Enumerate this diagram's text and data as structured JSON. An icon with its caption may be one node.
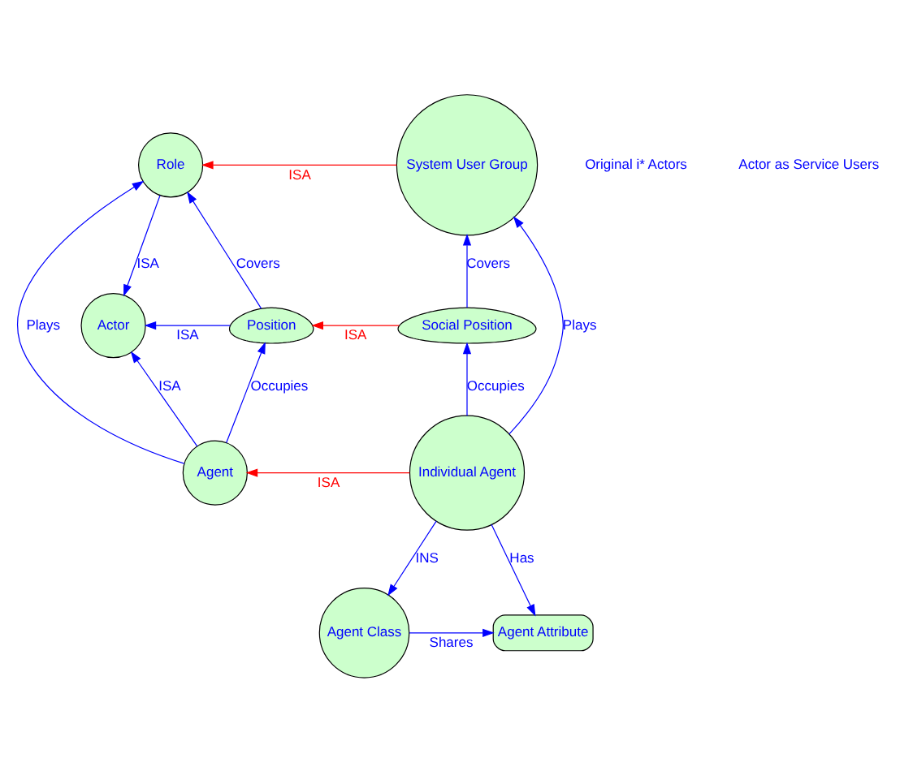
{
  "diagram": {
    "nodes": [
      {
        "text": [
          "Role"
        ]
      },
      {
        "text": [
          "System User Group"
        ]
      },
      {
        "text": [
          "Actor"
        ]
      },
      {
        "text": [
          "Position"
        ]
      },
      {
        "text": [
          "Social Position"
        ]
      },
      {
        "text": [
          "Agent"
        ]
      },
      {
        "text": [
          "Individual Agent"
        ]
      },
      {
        "text": [
          "Agent Attribute"
        ]
      },
      {
        "text": [
          "Agent Class"
        ]
      }
    ],
    "edges": [
      {
        "from": 1,
        "to": 0,
        "arrow": "to",
        "label": "ISA",
        "color": "#ff0000"
      },
      {
        "from": 0,
        "to": 2,
        "arrow": "to",
        "label": "ISA"
      },
      {
        "from": 3,
        "to": 0,
        "arrow": "to",
        "label": "Covers"
      },
      {
        "from": 4,
        "to": 1,
        "arrow": "to",
        "label": "Covers"
      },
      {
        "from": 3,
        "to": 2,
        "arrow": "to",
        "label": "ISA"
      },
      {
        "from": 4,
        "to": 3,
        "arrow": "to",
        "label": "ISA",
        "color": "#ff0000"
      },
      {
        "from": 5,
        "to": 2,
        "arrow": "to",
        "label": "ISA"
      },
      {
        "from": 5,
        "to": 3,
        "arrow": "to",
        "label": "Occupies"
      },
      {
        "from": 6,
        "to": 4,
        "arrow": "to",
        "label": "Occupies"
      },
      {
        "from": 6,
        "to": 5,
        "arrow": "to",
        "label": "ISA",
        "color": "#ff0000"
      },
      {
        "from": 5,
        "to": 0,
        "arrow": "to",
        "label": "Plays"
      },
      {
        "from": 6,
        "to": 1,
        "arrow": "to",
        "label": "Plays"
      },
      {
        "from": 6,
        "to": 7,
        "arrow": "to",
        "label": "Has"
      },
      {
        "from": 6,
        "to": 8,
        "arrow": "to",
        "label": "INS"
      },
      {
        "from": 8,
        "to": 7,
        "arrow": "to",
        "label": "Shares"
      }
    ],
    "labels": [
      "Original i* Actors",
      "Actor as Service Users"
    ]
  }
}
